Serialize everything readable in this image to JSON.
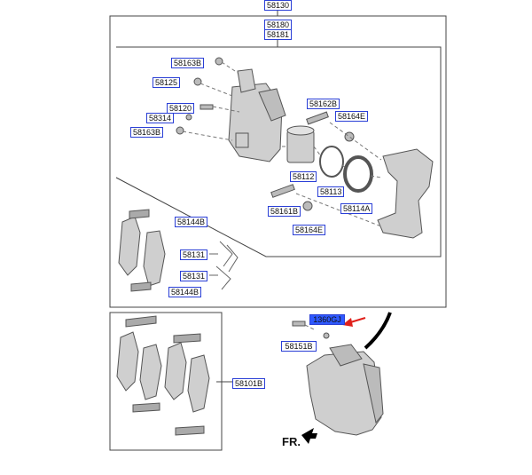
{
  "labels": {
    "p58130": "58130",
    "p58180": "58180",
    "p58181": "58181",
    "p58163b_top": "58163B",
    "p58125": "58125",
    "p58120": "58120",
    "p58314": "58314",
    "p58163b_mid": "58163B",
    "p58162b": "58162B",
    "p58164e_top": "58164E",
    "p58112": "58112",
    "p58113": "58113",
    "p58114a": "58114A",
    "p58161b_mid": "58161B",
    "p58164e_bot": "58164E",
    "p58144b_top": "58144B",
    "p58131_a": "58131",
    "p58131_b": "58131",
    "p58144b_bot": "58144B",
    "p1360gj": "1360GJ",
    "p58151b": "58151B",
    "p58101b": "58101B"
  },
  "direction": "FR.",
  "colors": {
    "label_border": "#2a3fd6",
    "highlight": "#2e59ff",
    "pointer_arrow": "#e0201b",
    "part_fill": "#cfcfcf",
    "part_stroke": "#555555"
  }
}
